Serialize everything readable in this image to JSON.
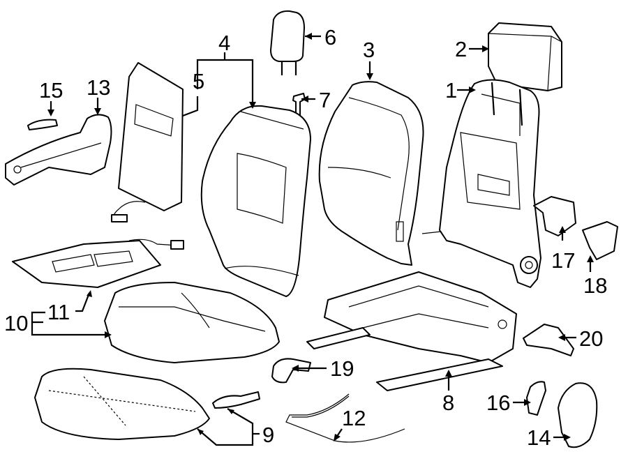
{
  "callouts": [
    {
      "id": "c1",
      "number": "1"
    },
    {
      "id": "c2",
      "number": "2"
    },
    {
      "id": "c3",
      "number": "3"
    },
    {
      "id": "c4",
      "number": "4"
    },
    {
      "id": "c5",
      "number": "5"
    },
    {
      "id": "c6",
      "number": "6"
    },
    {
      "id": "c7",
      "number": "7"
    },
    {
      "id": "c8",
      "number": "8"
    },
    {
      "id": "c9",
      "number": "9"
    },
    {
      "id": "c10",
      "number": "10"
    },
    {
      "id": "c11",
      "number": "11"
    },
    {
      "id": "c12",
      "number": "12"
    },
    {
      "id": "c13",
      "number": "13"
    },
    {
      "id": "c14",
      "number": "14"
    },
    {
      "id": "c15",
      "number": "15"
    },
    {
      "id": "c16",
      "number": "16"
    },
    {
      "id": "c17",
      "number": "17"
    },
    {
      "id": "c18",
      "number": "18"
    },
    {
      "id": "c19",
      "number": "19"
    },
    {
      "id": "c20",
      "number": "20"
    }
  ]
}
